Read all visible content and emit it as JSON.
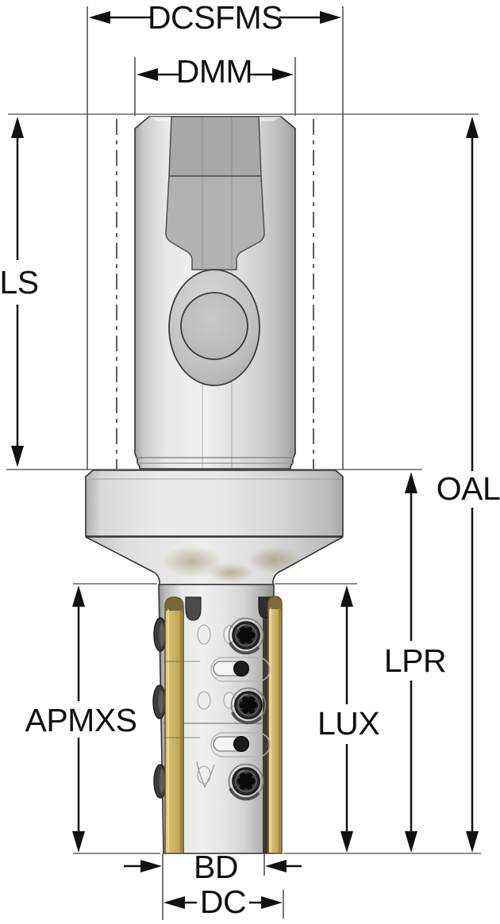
{
  "diagram": {
    "labels": {
      "dcsfms": "DCSFMS",
      "dmm": "DMM",
      "ls": "LS",
      "oal": "OAL",
      "lpr": "LPR",
      "lux": "LUX",
      "apmxs": "APMXS",
      "bd": "BD",
      "dc": "DC"
    },
    "colors": {
      "background": "#ffffff",
      "dimension_line": "#111111",
      "extension_line": "#8c8c8c",
      "centerline": "#4a4a4a",
      "tool_body_gray": "#e6e6e6",
      "tool_edge_outline": "#333333",
      "pocket_gray": "#a9a9a9",
      "guide_pad_gold": "#cdb369",
      "guide_pad_gold_dark": "#a98a41",
      "pad_edge_brown": "#5f4f26",
      "screw_black": "#2c2c2c",
      "stain_brown": "#806428"
    }
  }
}
